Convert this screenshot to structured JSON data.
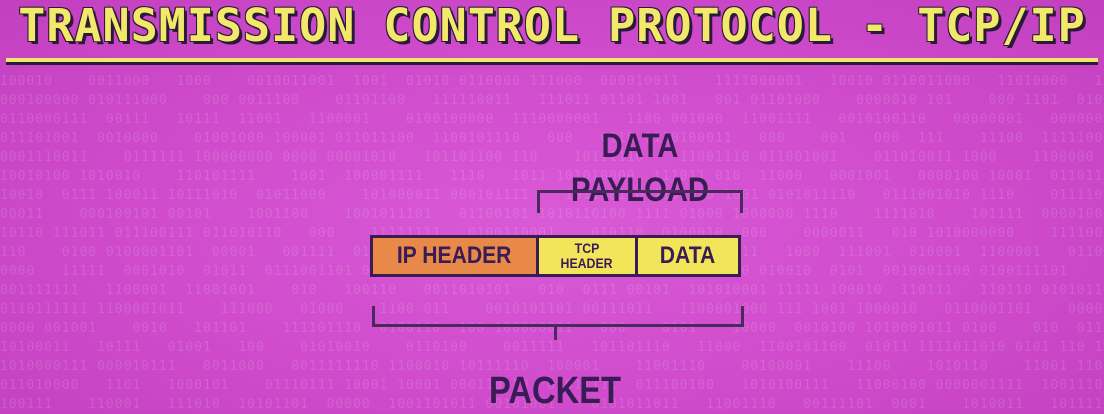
{
  "title": "TRANSMISSION CONTROL PROTOCOL - TCP/IP",
  "diagram": {
    "payload_label": "DATA PAYLOAD",
    "packet_label": "PACKET",
    "segments": {
      "ip_header": "IP HEADER",
      "tcp_header_line1": "TCP",
      "tcp_header_line2": "HEADER",
      "data": "DATA"
    }
  },
  "colors": {
    "background": "#cf4bcc",
    "title": "#f2e96a",
    "ip_header": "#e8894a",
    "tcp_data": "#f3e55a",
    "text": "#3a1c54"
  }
}
